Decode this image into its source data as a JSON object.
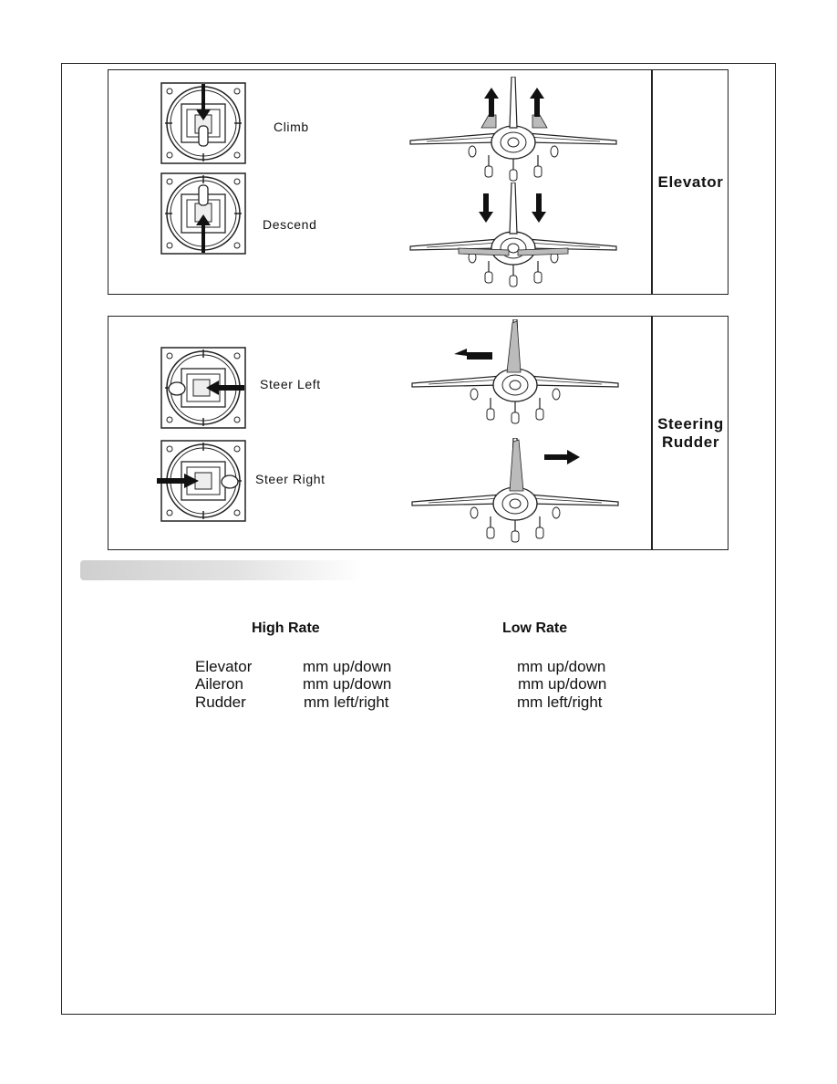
{
  "elevator": {
    "label": "Elevator",
    "climb_caption": "Climb",
    "descend_caption": "Descend"
  },
  "rudder": {
    "label": "Steering\nRudder",
    "left_caption": "Steer Left",
    "right_caption": "Steer Right"
  },
  "rates": {
    "high_header": "High Rate",
    "low_header": "Low Rate",
    "rows": [
      {
        "name": "Elevator",
        "high": "mm up/down",
        "low": "mm up/down"
      },
      {
        "name": "Aileron",
        "high": "mm up/down",
        "low": "mm up/down"
      },
      {
        "name": "Rudder",
        "high": "mm left/right",
        "low": "mm left/right"
      }
    ]
  }
}
